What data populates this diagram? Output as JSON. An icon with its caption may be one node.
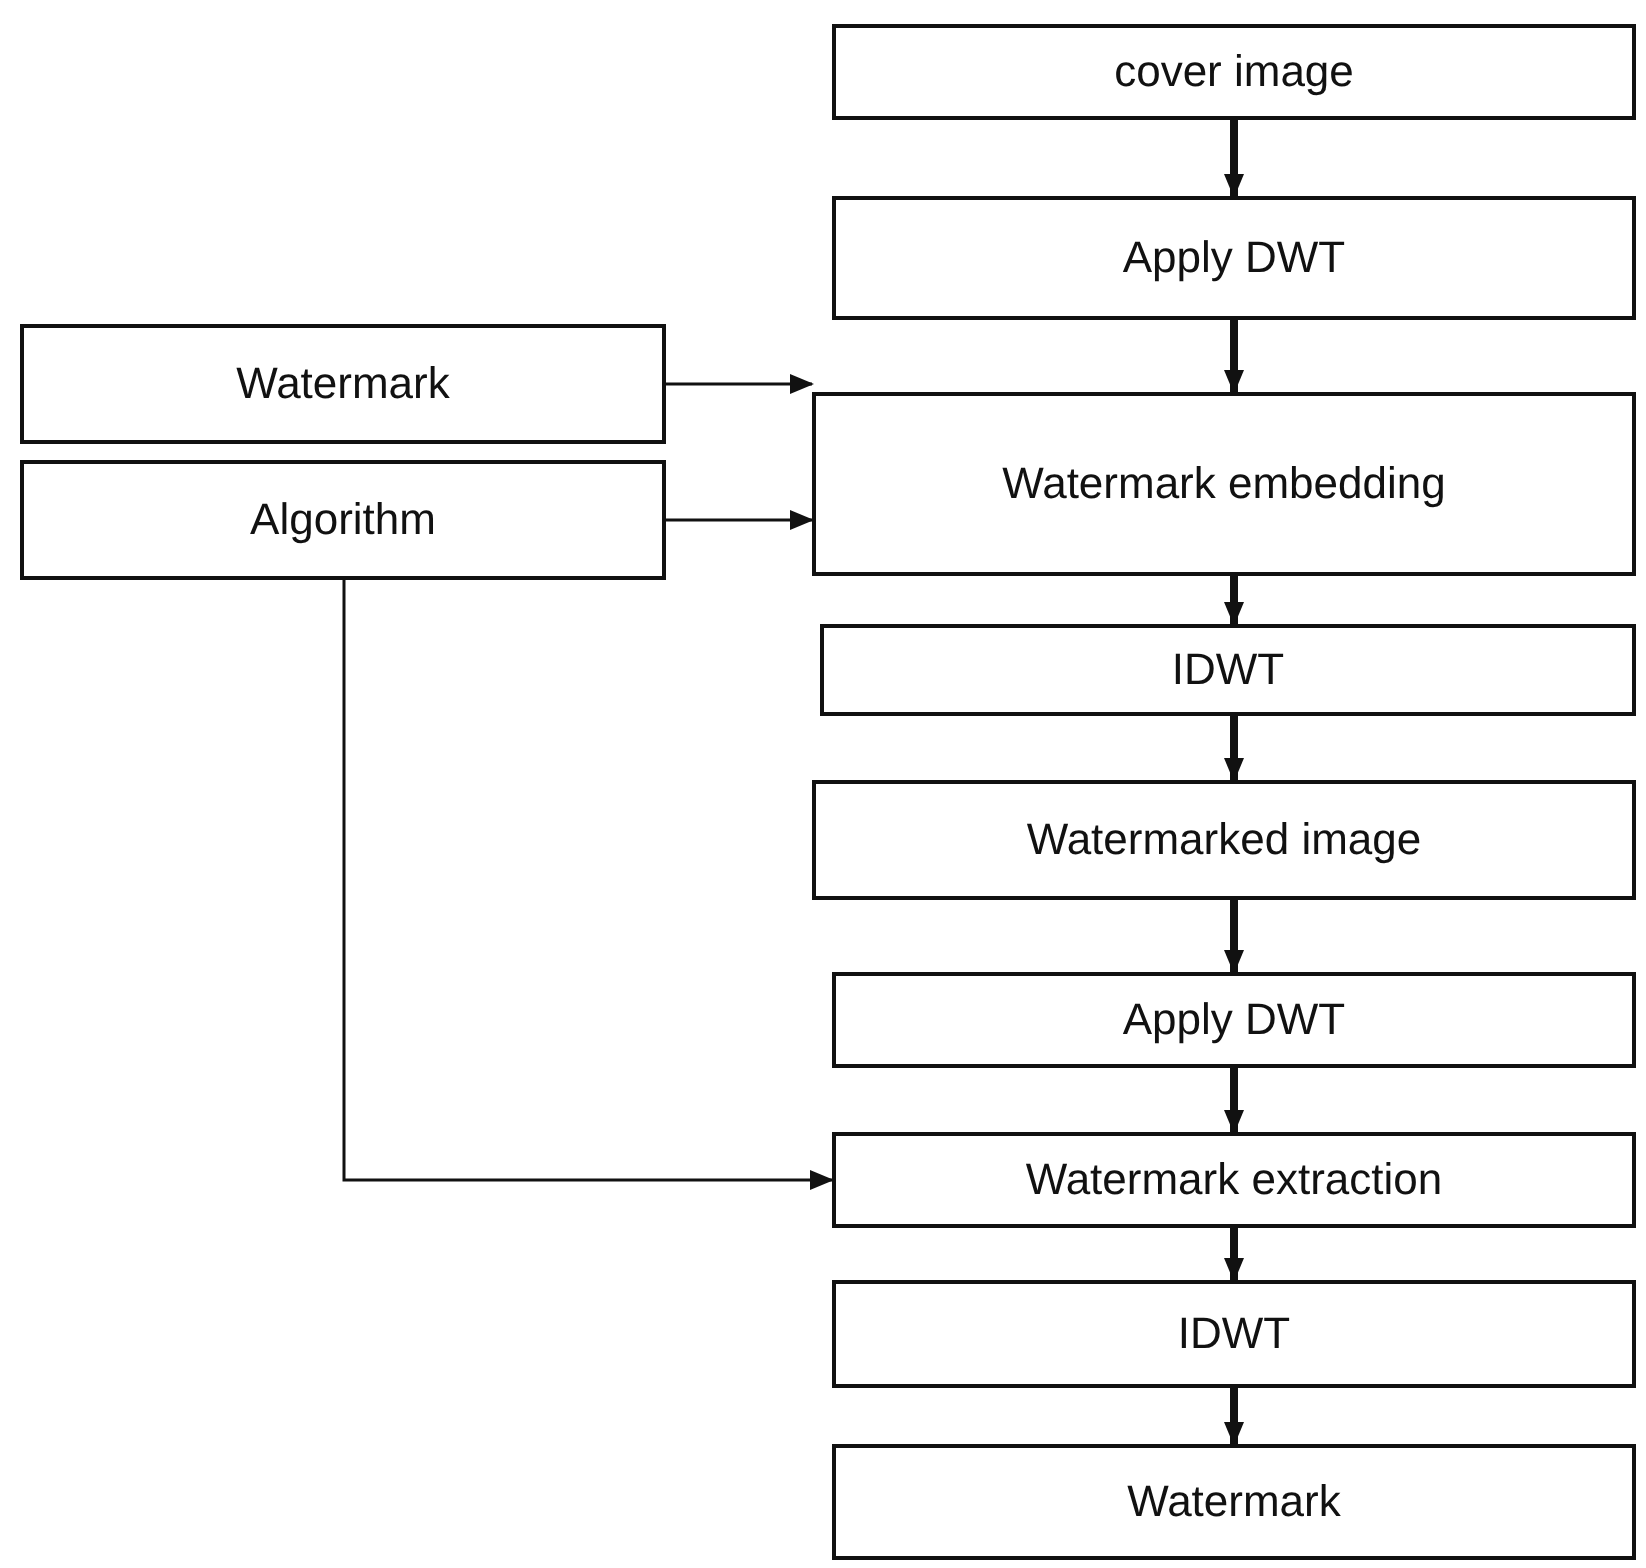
{
  "diagram": {
    "nodes": [
      {
        "text": [
          "cover image"
        ]
      },
      {
        "text": [
          "Apply DWT"
        ]
      },
      {
        "text": [
          "Watermark"
        ]
      },
      {
        "text": [
          "Algorithm"
        ]
      },
      {
        "text": [
          "Watermark embedding"
        ]
      },
      {
        "text": [
          "IDWT"
        ]
      },
      {
        "text": [
          "Watermarked image"
        ]
      },
      {
        "text": [
          "Apply DWT"
        ]
      },
      {
        "text": [
          "Watermark extraction"
        ]
      },
      {
        "text": [
          "IDWT"
        ]
      },
      {
        "text": [
          "Watermark"
        ]
      }
    ],
    "edges": [
      {
        "from": 0,
        "to": 1,
        "arrow": "to"
      },
      {
        "from": 1,
        "to": 4,
        "arrow": "to"
      },
      {
        "from": 2,
        "to": 4,
        "arrow": "to"
      },
      {
        "from": 3,
        "to": 4,
        "arrow": "to"
      },
      {
        "from": 4,
        "to": 5,
        "arrow": "to"
      },
      {
        "from": 5,
        "to": 6,
        "arrow": "to"
      },
      {
        "from": 6,
        "to": 7,
        "arrow": "to"
      },
      {
        "from": 7,
        "to": 8,
        "arrow": "to"
      },
      {
        "from": 3,
        "to": 8,
        "arrow": "to"
      },
      {
        "from": 8,
        "to": 9,
        "arrow": "to"
      },
      {
        "from": 9,
        "to": 10,
        "arrow": "to"
      }
    ]
  }
}
